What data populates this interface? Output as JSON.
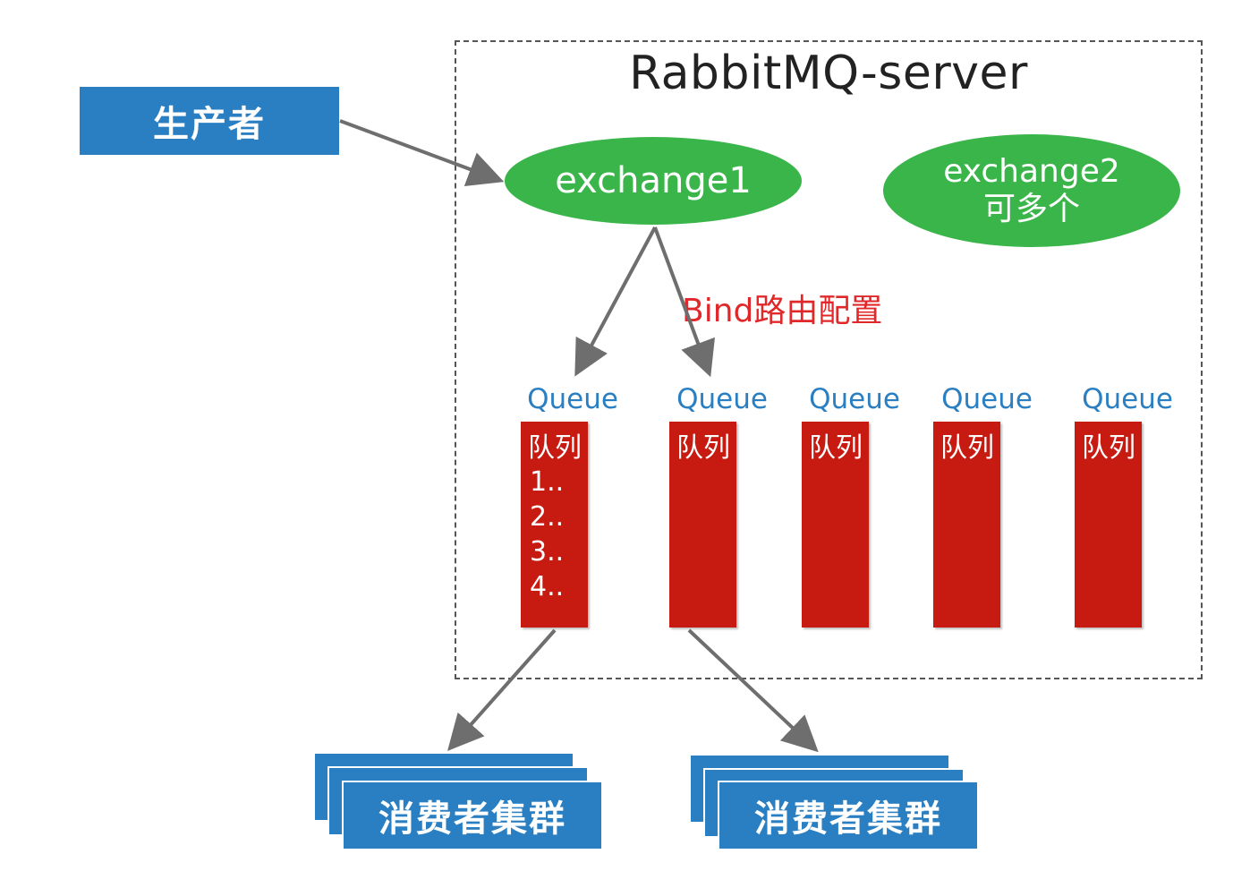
{
  "server": {
    "title": "RabbitMQ-server"
  },
  "producer": {
    "label": "生产者"
  },
  "exchanges": [
    {
      "label": "exchange1"
    },
    {
      "label": "exchange2",
      "sublabel": "可多个"
    }
  ],
  "bind": {
    "label": "Bind路由配置"
  },
  "queues": [
    {
      "title": "Queue",
      "label": "队列",
      "items": [
        "1..",
        "2..",
        "3..",
        "4.."
      ]
    },
    {
      "title": "Queue",
      "label": "队列",
      "items": []
    },
    {
      "title": "Queue",
      "label": "队列",
      "items": []
    },
    {
      "title": "Queue",
      "label": "队列",
      "items": []
    },
    {
      "title": "Queue",
      "label": "队列",
      "items": []
    }
  ],
  "consumers": [
    {
      "label": "消费者集群"
    },
    {
      "label": "消费者集群"
    }
  ],
  "colors": {
    "blue": "#2a7fc2",
    "green": "#3ab54a",
    "red": "#c71b12",
    "bind_text": "#e0282a",
    "arrow": "#6e6e6e"
  }
}
